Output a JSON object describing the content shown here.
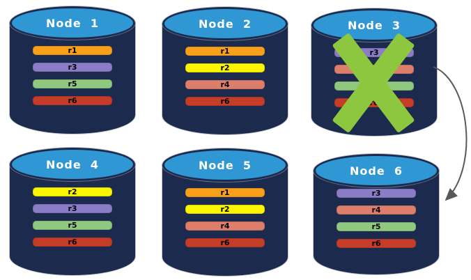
{
  "diagram": {
    "nodes": [
      {
        "id": "node-1",
        "label": "Node  1",
        "replicas": [
          {
            "label": "r1",
            "color": "#F9A01B"
          },
          {
            "label": "r3",
            "color": "#8B7CC8"
          },
          {
            "label": "r5",
            "color": "#8FC87E"
          },
          {
            "label": "r6",
            "color": "#C53C28"
          }
        ]
      },
      {
        "id": "node-2",
        "label": "Node  2",
        "replicas": [
          {
            "label": "r1",
            "color": "#F9A01B"
          },
          {
            "label": "r2",
            "color": "#FBF500"
          },
          {
            "label": "r4",
            "color": "#DD7E6B"
          },
          {
            "label": "r6",
            "color": "#C53C28"
          }
        ]
      },
      {
        "id": "node-3",
        "label": "Node  3",
        "failed": true,
        "replicas": [
          {
            "label": "r3",
            "color": "#8B7CC8"
          },
          {
            "label": "r4",
            "color": "#DD7E6B"
          },
          {
            "label": "r5",
            "color": "#8FC87E"
          },
          {
            "label": "r6",
            "color": "#C53C28"
          }
        ]
      },
      {
        "id": "node-4",
        "label": "Node  4",
        "replicas": [
          {
            "label": "r2",
            "color": "#FBF500"
          },
          {
            "label": "r3",
            "color": "#8B7CC8"
          },
          {
            "label": "r5",
            "color": "#8FC87E"
          },
          {
            "label": "r6",
            "color": "#C53C28"
          }
        ]
      },
      {
        "id": "node-5",
        "label": "Node  5",
        "replicas": [
          {
            "label": "r1",
            "color": "#F9A01B"
          },
          {
            "label": "r2",
            "color": "#FBF500"
          },
          {
            "label": "r4",
            "color": "#DD7E6B"
          },
          {
            "label": "r6",
            "color": "#C53C28"
          }
        ]
      },
      {
        "id": "node-6",
        "label": "Node  6",
        "replicas": [
          {
            "label": "r3",
            "color": "#8B7CC8"
          },
          {
            "label": "r4",
            "color": "#DD7E6B"
          },
          {
            "label": "r5",
            "color": "#8FC87E"
          },
          {
            "label": "r6",
            "color": "#C53C28"
          }
        ]
      }
    ],
    "cross": {
      "color": "#8DC63F"
    },
    "arrow": {
      "color": "#595959",
      "from": "node-3",
      "to": "node-6"
    },
    "colors": {
      "background": "#FFFFFF",
      "cylinder_body": "#1C2A4D",
      "cylinder_top": "#2F97D3",
      "title_text": "#FFFFFF",
      "replica_text": "#000000"
    }
  }
}
